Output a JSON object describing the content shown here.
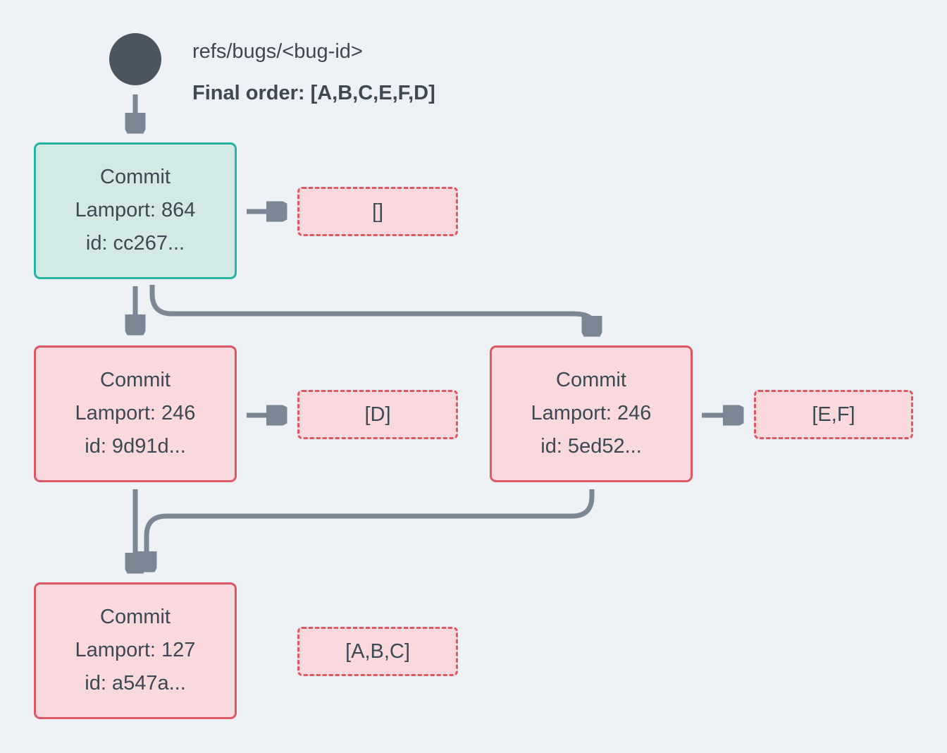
{
  "header": {
    "ref_label": "refs/bugs/<bug-id>",
    "final_order_label": "Final order: [A,B,C,E,F,D]"
  },
  "commits": {
    "root": {
      "title": "Commit",
      "lamport": "Lamport: 864",
      "id": "id: cc267...",
      "list": "[]"
    },
    "left": {
      "title": "Commit",
      "lamport": "Lamport: 246",
      "id": "id: 9d91d...",
      "list": "[D]"
    },
    "right": {
      "title": "Commit",
      "lamport": "Lamport: 246",
      "id": "id: 5ed52...",
      "list": "[E,F]"
    },
    "bottom": {
      "title": "Commit",
      "lamport": "Lamport: 127",
      "id": "id: a547a...",
      "list": "[A,B,C]"
    }
  },
  "colors": {
    "background": "#edf0f4",
    "node": "#4a5560",
    "arrow": "#7b8794",
    "teal_fill": "#d2e9e5",
    "teal_border": "#27b3a2",
    "pink_fill": "#f9d9de",
    "pink_border": "#e15665",
    "text": "#3d4852"
  }
}
